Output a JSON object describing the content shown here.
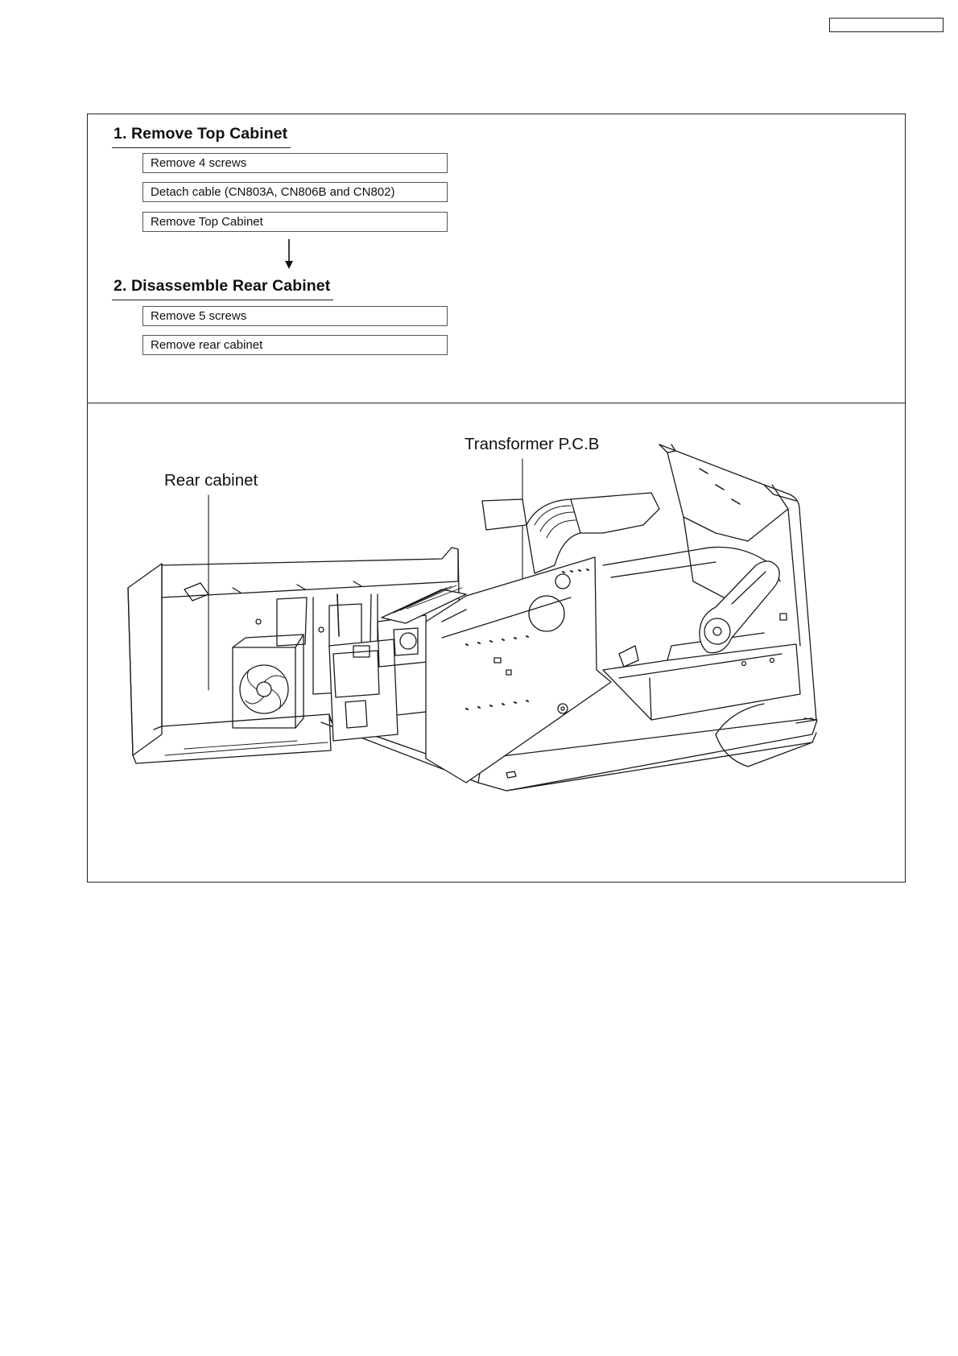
{
  "header": {
    "reference_box": ""
  },
  "steps": [
    {
      "title": "1. Remove Top Cabinet",
      "instructions": [
        "Remove 4 screws",
        "Detach cable (CN803A, CN806B and CN802)",
        "Remove Top Cabinet"
      ]
    },
    {
      "title": "2. Disassemble Rear Cabinet",
      "instructions": [
        "Remove 5 screws",
        "Remove rear cabinet"
      ]
    }
  ],
  "illustration": {
    "callouts": {
      "rear_cabinet": "Rear cabinet",
      "transformer_pcb": "Transformer P.C.B"
    }
  },
  "icons": {
    "flow_arrow": "arrow-down-icon"
  }
}
